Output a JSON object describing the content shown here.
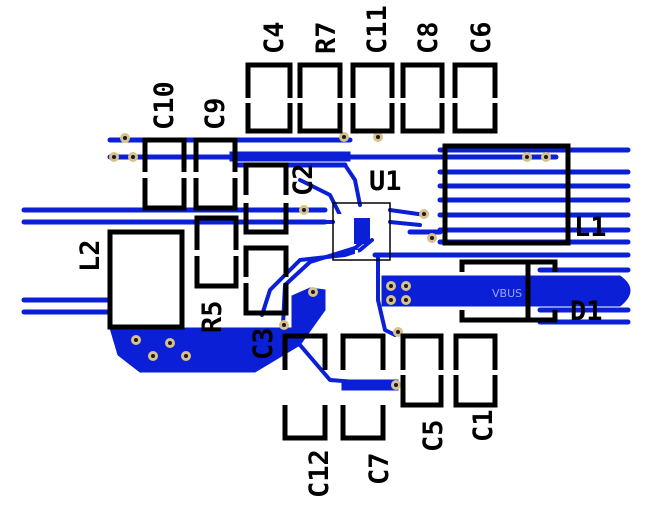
{
  "colors": {
    "copper": "#0a1fd6",
    "silkscreen": "#000000",
    "background": "#ffffff",
    "via_ring": "#d8c18a"
  },
  "net_label": "VBUS",
  "designators": {
    "C1": "C1",
    "C3": "C3",
    "C4": "C4",
    "C5": "C5",
    "C6": "C6",
    "C7": "C7",
    "C8": "C8",
    "C9": "C9",
    "C10": "C10",
    "C11": "C11",
    "C12": "C12",
    "R5": "R5",
    "R7": "R7",
    "U1": "U1",
    "L1": "L1",
    "L2": "L2",
    "D1": "D1",
    "C2": "C2"
  }
}
